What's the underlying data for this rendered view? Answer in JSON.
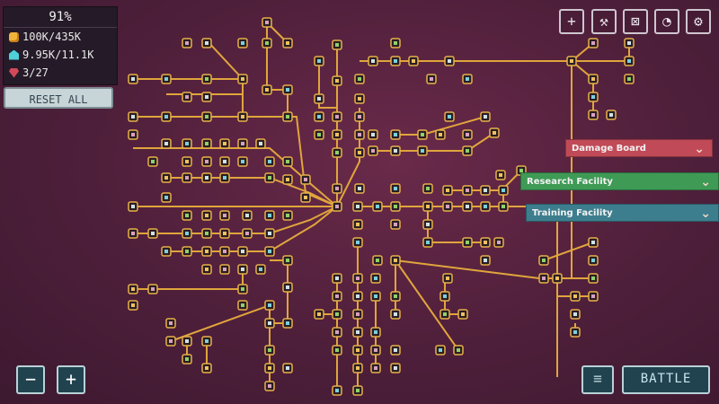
{
  "stats": {
    "completion": "91%",
    "coins": "100K/435K",
    "gems": "9.95K/11.1K",
    "rubies": "3/27"
  },
  "reset_label": "RESET ALL",
  "toolbar": {
    "add": "+",
    "upgrade": "⚒",
    "target": "⊠",
    "helmet": "◔",
    "settings": "⚙"
  },
  "panels": {
    "damage_board": "Damage Board",
    "research_facility": "Research Facility",
    "training_facility": "Training Facility"
  },
  "zoom": {
    "out": "−",
    "in": "+"
  },
  "map_icon": "≡",
  "battle_label": "BATTLE",
  "colors": {
    "line": "#e0a53c",
    "node_border": "#e8b04a",
    "node_fill": "#2a1e24",
    "damage_board": "#c04a57",
    "research_facility": "#3e9a55",
    "training_facility": "#3d7e8e"
  },
  "icons": [
    "coin-icon",
    "gem-icon",
    "ruby-icon",
    "plus-icon",
    "hammer-icon",
    "target-icon",
    "helmet-icon",
    "gear-icon",
    "chevron-down-icon",
    "map-icon"
  ]
}
